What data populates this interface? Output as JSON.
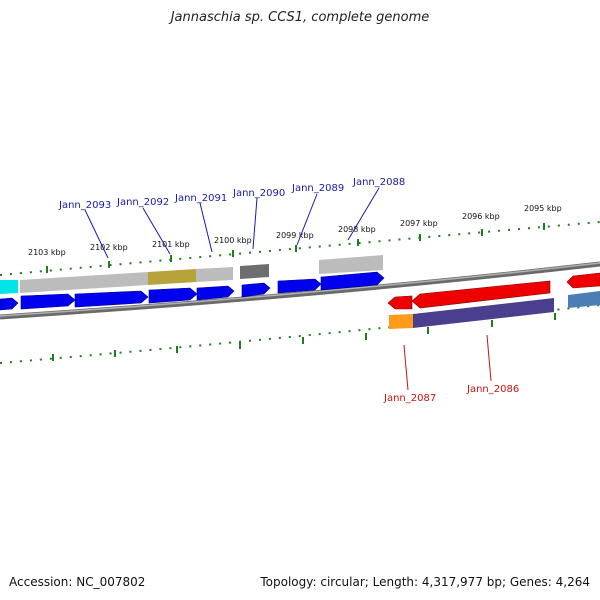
{
  "title": "Jannaschia sp. CCS1, complete genome",
  "footer": {
    "accession": "Accession: NC_007802",
    "topology": "Topology: circular; Length: 4,317,977 bp; Genes: 4,264"
  },
  "colors": {
    "backbone": "#7f7f7f",
    "tick": "#1e7d1e",
    "forward_cds": "#0000ee",
    "reverse_cds": "#ee0000",
    "forward_label": "#1a1aa8",
    "reverse_label": "#cc1111",
    "gray_feature": "#bcbcbc",
    "dark_gray_feature": "#6e6e6e",
    "olive_feature": "#b8a23a",
    "cyan_feature": "#00e5e5",
    "orange_feature": "#ff9a1a",
    "purple_feature": "#4a3f8e",
    "steelblue_feature": "#4a7eb5"
  },
  "scale_labels": [
    "2103 kbp",
    "2102 kbp",
    "2101 kbp",
    "2100 kbp",
    "2099 kbp",
    "2098 kbp",
    "2097 kbp",
    "2096 kbp",
    "2095 kbp"
  ],
  "forward_genes": [
    "Jann_2093",
    "Jann_2092",
    "Jann_2091",
    "Jann_2090",
    "Jann_2089",
    "Jann_2088"
  ],
  "reverse_genes": [
    "Jann_2087",
    "Jann_2086"
  ]
}
